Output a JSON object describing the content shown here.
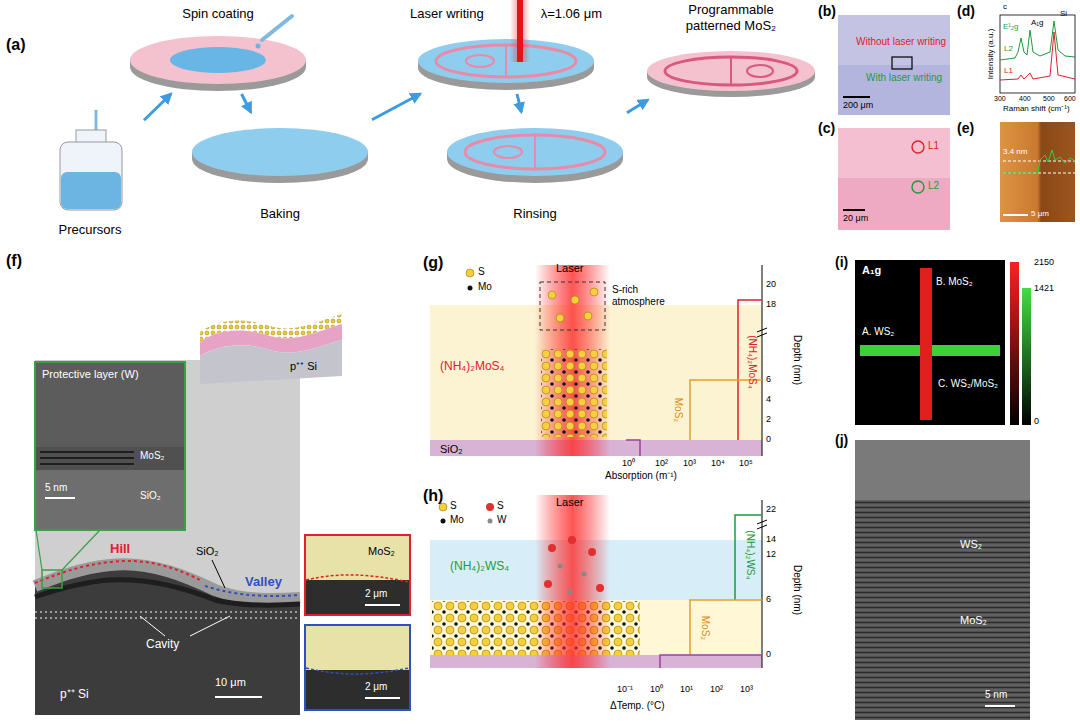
{
  "diagram": {
    "nodes": [
      {
        "text": [
          "Spin coating"
        ]
      },
      {
        "text": [
          "Laser writing",
          "λ=1.06 μm"
        ]
      },
      {
        "text": [
          "Programmable patterned MoS₂"
        ]
      },
      {
        "text": [
          "Precursors"
        ]
      },
      {
        "text": [
          "Baking"
        ]
      },
      {
        "text": [
          "Rinsing"
        ]
      }
    ],
    "edges": [
      {
        "from": 3,
        "to": 0,
        "arrow": "to"
      },
      {
        "from": 0,
        "to": 4,
        "arrow": "to"
      },
      {
        "from": 4,
        "to": 1,
        "arrow": "to"
      },
      {
        "from": 1,
        "to": 5,
        "arrow": "to"
      },
      {
        "from": 5,
        "to": 2,
        "arrow": "to"
      }
    ],
    "labels": [
      "(a)",
      "(b)",
      "Without laser writing",
      "With laser writing",
      "200 μm",
      "(c)",
      "L1",
      "L2",
      "20 μm",
      "(d)",
      "c",
      "Intensity (a.u.)",
      "Raman shift (cm⁻¹)",
      "E¹₂g",
      "A₁g",
      "Si",
      "L2",
      "L1",
      "300",
      "400",
      "500",
      "600",
      "(e)",
      "3.4 nm",
      "5 μm",
      "(f)",
      "Protective layer (W)",
      "5 nm",
      "MoS₂",
      "SiO₂",
      "p⁺⁺ Si",
      "SiO₂",
      "Hill",
      "Valley",
      "Cavity",
      "p⁺⁺ Si",
      "10 μm",
      "MoS₂",
      "2 μm",
      "2 μm",
      "(g)",
      "S",
      "Mo",
      "Laser",
      "S-rich atmosphere",
      "(NH₄)₂MoS₄",
      "SiO₂",
      "MoS₂",
      "(NH₄)₂MoS₄",
      "Depth (nm)",
      "20",
      "18",
      "6",
      "4",
      "2",
      "0",
      "Absorption (m⁻¹)",
      "10⁰",
      "10²",
      "10³",
      "10⁴",
      "10⁵",
      "(h)",
      "S",
      "S",
      "Mo",
      "W",
      "Laser",
      "(NH₄)₂WS₄",
      "(NH₄)₂WS₄",
      "MoS₂",
      "Depth (nm)",
      "22",
      "14",
      "12",
      "6",
      "0",
      "ΔTemp. (°C)",
      "10⁻¹",
      "10⁰",
      "10¹",
      "10²",
      "10³",
      "(i)",
      "A₁g",
      "B. MoS₂",
      "A. WS₂",
      "C. WS₂/MoS₂",
      "2150",
      "1421",
      "0",
      "(j)",
      "WS₂",
      "MoS₂",
      "5 nm"
    ]
  }
}
